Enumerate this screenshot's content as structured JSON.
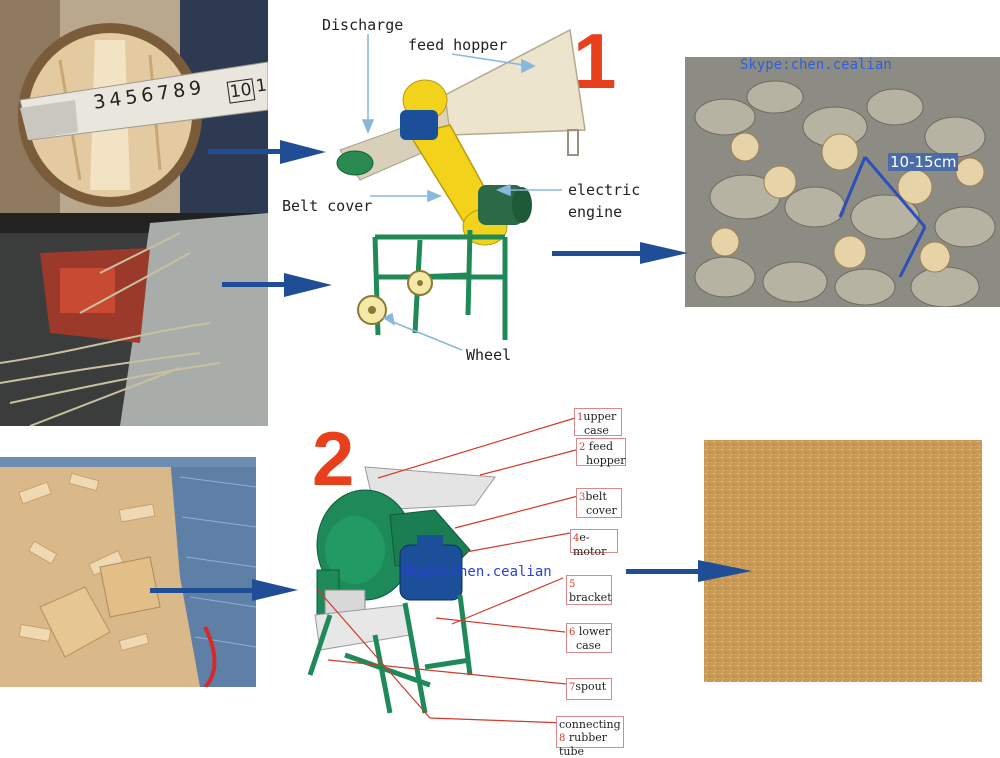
{
  "colors": {
    "accent_red": "#e8401c",
    "arrow_blue": "#1f4e96",
    "callout_blue": "#8ab8dd",
    "callout_red": "#d23a2a",
    "machine_green": "#1f8a56",
    "belt_yellow": "#f2d21a",
    "motor_blue": "#1c4f9a",
    "hopper_beige": "#e9e2cc"
  },
  "section1": {
    "number": "1",
    "labels": {
      "discharge": "Discharge",
      "feed_hopper": "feed hopper",
      "belt_cover": "Belt cover",
      "electric_engine_line1": "electric",
      "electric_engine_line2": "engine",
      "wheel": "Wheel"
    },
    "photos": {
      "tape_measure_digits": "3456789",
      "tape_measure_boxed": "10",
      "tape_measure_tail": "1",
      "logs_watermark": "Skype:chen.cealian",
      "logs_size": "10-15cm"
    }
  },
  "section2": {
    "number": "2",
    "watermark": "Skype:chen.cealian",
    "parts": [
      {
        "num": "1",
        "line1": "upper",
        "line2": "case"
      },
      {
        "num": "2",
        "line1": "feed",
        "line2": "hopper"
      },
      {
        "num": "3",
        "line1": "belt",
        "line2": "cover"
      },
      {
        "num": "4",
        "line1": "e-motor",
        "line2": ""
      },
      {
        "num": "5",
        "line1": "bracket",
        "line2": ""
      },
      {
        "num": "6",
        "line1": "lower",
        "line2": "case"
      },
      {
        "num": "7",
        "line1": "spout",
        "line2": ""
      },
      {
        "num": "8",
        "line1": "connecting",
        "line2": "rubber tube"
      }
    ]
  },
  "icons": {
    "flow_arrow": "right-arrow-icon"
  }
}
